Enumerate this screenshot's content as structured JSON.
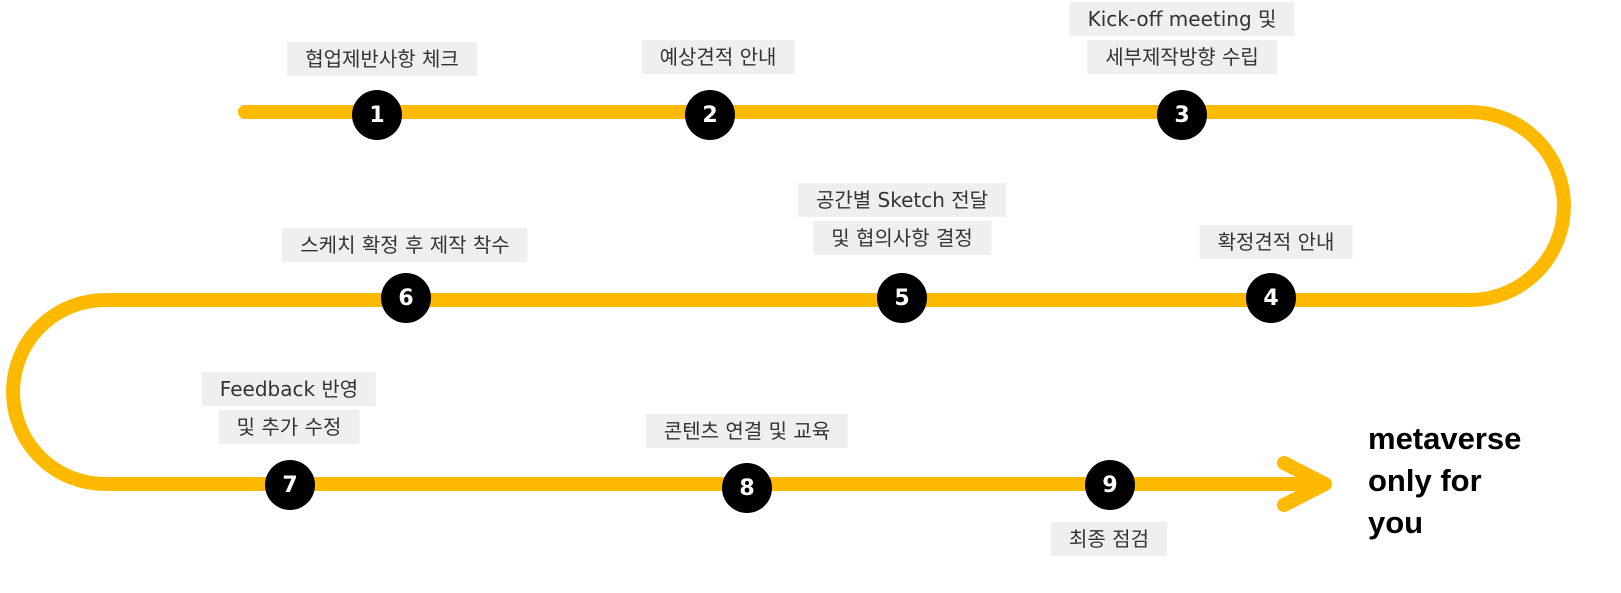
{
  "colors": {
    "track": "#FFBA00",
    "node": "#000000",
    "node_text": "#FFFFFF",
    "label_bg": "#EFEFEF"
  },
  "steps": [
    {
      "number": "1",
      "lines": [
        "협업제반사항 체크"
      ]
    },
    {
      "number": "2",
      "lines": [
        "예상견적 안내"
      ]
    },
    {
      "number": "3",
      "lines": [
        "Kick-off meeting 및",
        "세부제작방향 수립"
      ]
    },
    {
      "number": "4",
      "lines": [
        "확정견적 안내"
      ]
    },
    {
      "number": "5",
      "lines": [
        "공간별 Sketch 전달",
        "및 협의사항 결정"
      ]
    },
    {
      "number": "6",
      "lines": [
        "스케치 확정 후 제작 착수"
      ]
    },
    {
      "number": "7",
      "lines": [
        "Feedback 반영",
        "및 추가 수정"
      ]
    },
    {
      "number": "8",
      "lines": [
        "콘텐츠 연결 및 교육"
      ]
    },
    {
      "number": "9",
      "lines": [
        "최종 점검"
      ]
    }
  ],
  "tagline": {
    "line1": "metaverse",
    "line2": "only for",
    "line3": "you"
  }
}
